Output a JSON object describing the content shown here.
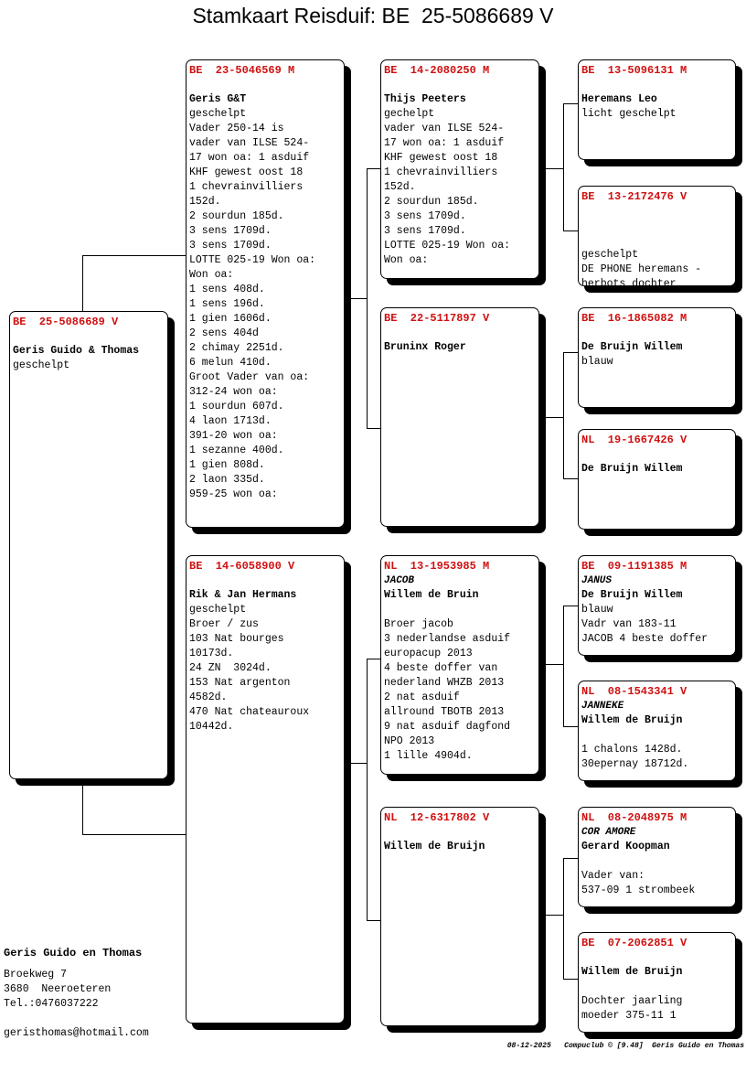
{
  "title": "Stamkaart Reisduif: BE  25-5086689 V",
  "cards": [
    {
      "id": "subject",
      "ring": "BE  25-5086689 V",
      "name": "",
      "owner": "Geris Guido & Thomas",
      "lines": [
        "geschelpt"
      ]
    },
    {
      "id": "father",
      "ring": "BE  23-5046569 M",
      "name": "",
      "owner": "Geris G&T",
      "lines": [
        "geschelpt",
        "Vader 250-14 is",
        "vader van ILSE 524-",
        "17 won oa: 1 asduif",
        "KHF gewest oost 18",
        "1 chevrainvilliers",
        "152d.",
        "2 sourdun 185d.",
        "3 sens 1709d.",
        "3 sens 1709d.",
        "LOTTE 025-19 Won oa:",
        "Won oa:",
        "1 sens 408d.",
        "1 sens 196d.",
        "1 gien 1606d.",
        "2 sens 404d",
        "2 chimay 2251d.",
        "6 melun 410d.",
        "Groot Vader van oa:",
        "312-24 won oa:",
        "1 sourdun 607d.",
        "4 laon 1713d.",
        "391-20 won oa:",
        "1 sezanne 400d.",
        "1 gien 808d.",
        "2 laon 335d.",
        "959-25 won oa:"
      ]
    },
    {
      "id": "mother",
      "ring": "BE  14-6058900 V",
      "name": "",
      "owner": "Rik & Jan Hermans",
      "lines": [
        "geschelpt",
        "Broer / zus",
        "103 Nat bourges",
        "10173d.",
        "24 ZN  3024d.",
        "153 Nat argenton",
        "4582d.",
        "470 Nat chateauroux",
        "10442d."
      ]
    },
    {
      "id": "ff",
      "ring": "BE  14-2080250 M",
      "name": "",
      "owner": "Thijs Peeters",
      "lines": [
        "gechelpt",
        "vader van ILSE 524-",
        "17 won oa: 1 asduif",
        "KHF gewest oost 18",
        "1 chevrainvilliers",
        "152d.",
        "2 sourdun 185d.",
        "3 sens 1709d.",
        "3 sens 1709d.",
        "LOTTE 025-19 Won oa:",
        "Won oa:"
      ]
    },
    {
      "id": "fm",
      "ring": "BE  22-5117897 V",
      "name": "",
      "owner": "Bruninx Roger",
      "lines": []
    },
    {
      "id": "mf",
      "ring": "NL  13-1953985 M",
      "name": "JACOB",
      "owner": "Willem de Bruin",
      "lines": [
        "",
        "Broer jacob",
        "3 nederlandse asduif",
        "europacup 2013",
        "4 beste doffer van",
        "nederland WHZB 2013",
        "2 nat asduif",
        "allround TBOTB 2013",
        "9 nat asduif dagfond",
        "NPO 2013",
        "1 lille 4904d."
      ]
    },
    {
      "id": "mm",
      "ring": "NL  12-6317802 V",
      "name": "",
      "owner": "Willem de Bruijn",
      "lines": []
    },
    {
      "id": "fff",
      "ring": "BE  13-5096131 M",
      "name": "",
      "owner": "Heremans Leo",
      "lines": [
        "licht geschelpt"
      ]
    },
    {
      "id": "ffm",
      "ring": "BE  13-2172476 V",
      "name": "",
      "owner": "",
      "lines": [
        "",
        "geschelpt",
        "DE PHONE heremans -",
        "herbots dochter"
      ]
    },
    {
      "id": "fmf",
      "ring": "BE  16-1865082 M",
      "name": "",
      "owner": "De Bruijn Willem",
      "lines": [
        "blauw"
      ]
    },
    {
      "id": "fmm",
      "ring": "NL  19-1667426 V",
      "name": "",
      "owner": "De Bruijn Willem",
      "lines": []
    },
    {
      "id": "mff",
      "ring": "BE  09-1191385 M",
      "name": "JANUS",
      "owner": "De Bruijn Willem",
      "lines": [
        "blauw",
        "Vadr van 183-11",
        "JACOB 4 beste doffer"
      ]
    },
    {
      "id": "mfm",
      "ring": "NL  08-1543341 V",
      "name": "JANNEKE",
      "owner": "Willem de Bruijn",
      "lines": [
        "",
        "1 chalons 1428d.",
        "30epernay 18712d."
      ]
    },
    {
      "id": "mmf",
      "ring": "NL  08-2048975 M",
      "name": "COR AMORE",
      "owner": "Gerard Koopman",
      "lines": [
        "",
        "Vader van:",
        "537-09 1 strombeek"
      ]
    },
    {
      "id": "mmm",
      "ring": "BE  07-2062851 V",
      "name": "",
      "owner": "Willem de Bruijn",
      "lines": [
        "",
        "Dochter jaarling",
        "moeder 375-11 1"
      ]
    }
  ],
  "owner_block": {
    "name": "Geris Guido en Thomas",
    "lines": [
      "Broekweg 7",
      "3680  Neeroeteren",
      "Tel.:0476037222",
      "",
      "geristhomas@hotmail.com"
    ]
  },
  "footer": "08-12-2025   Compuclub © [9.48]  Geris Guido en Thomas"
}
